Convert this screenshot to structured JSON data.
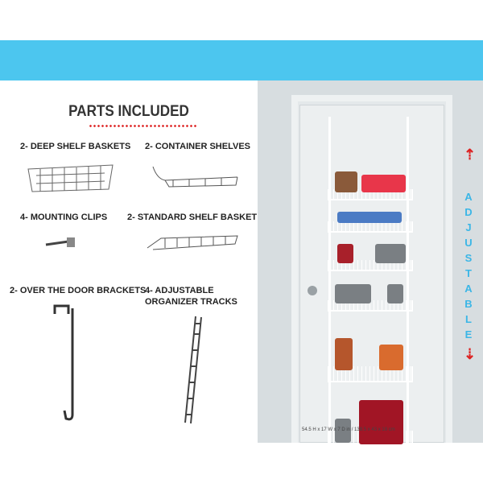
{
  "title": "PARTS INCLUDED",
  "parts": [
    {
      "label": "2- DEEP SHELF BASKETS"
    },
    {
      "label": "2- CONTAINER SHELVES"
    },
    {
      "label": "4- MOUNTING CLIPS"
    },
    {
      "label": "2- STANDARD SHELF BASKET"
    },
    {
      "label": "2- OVER THE DOOR BRACKETS"
    },
    {
      "label": "4- ADJUSTABLE ORGANIZER TRACKS"
    }
  ],
  "photo": {
    "dimensions": "54.5 H x 17 W x 7 D in / 138.5 x 43 x 18 cm",
    "adjustable": "ADJUSTABLE"
  },
  "colors": {
    "band": "#4cc6ef",
    "accent": "#dd2222",
    "adjust_text": "#3bb6e6"
  }
}
